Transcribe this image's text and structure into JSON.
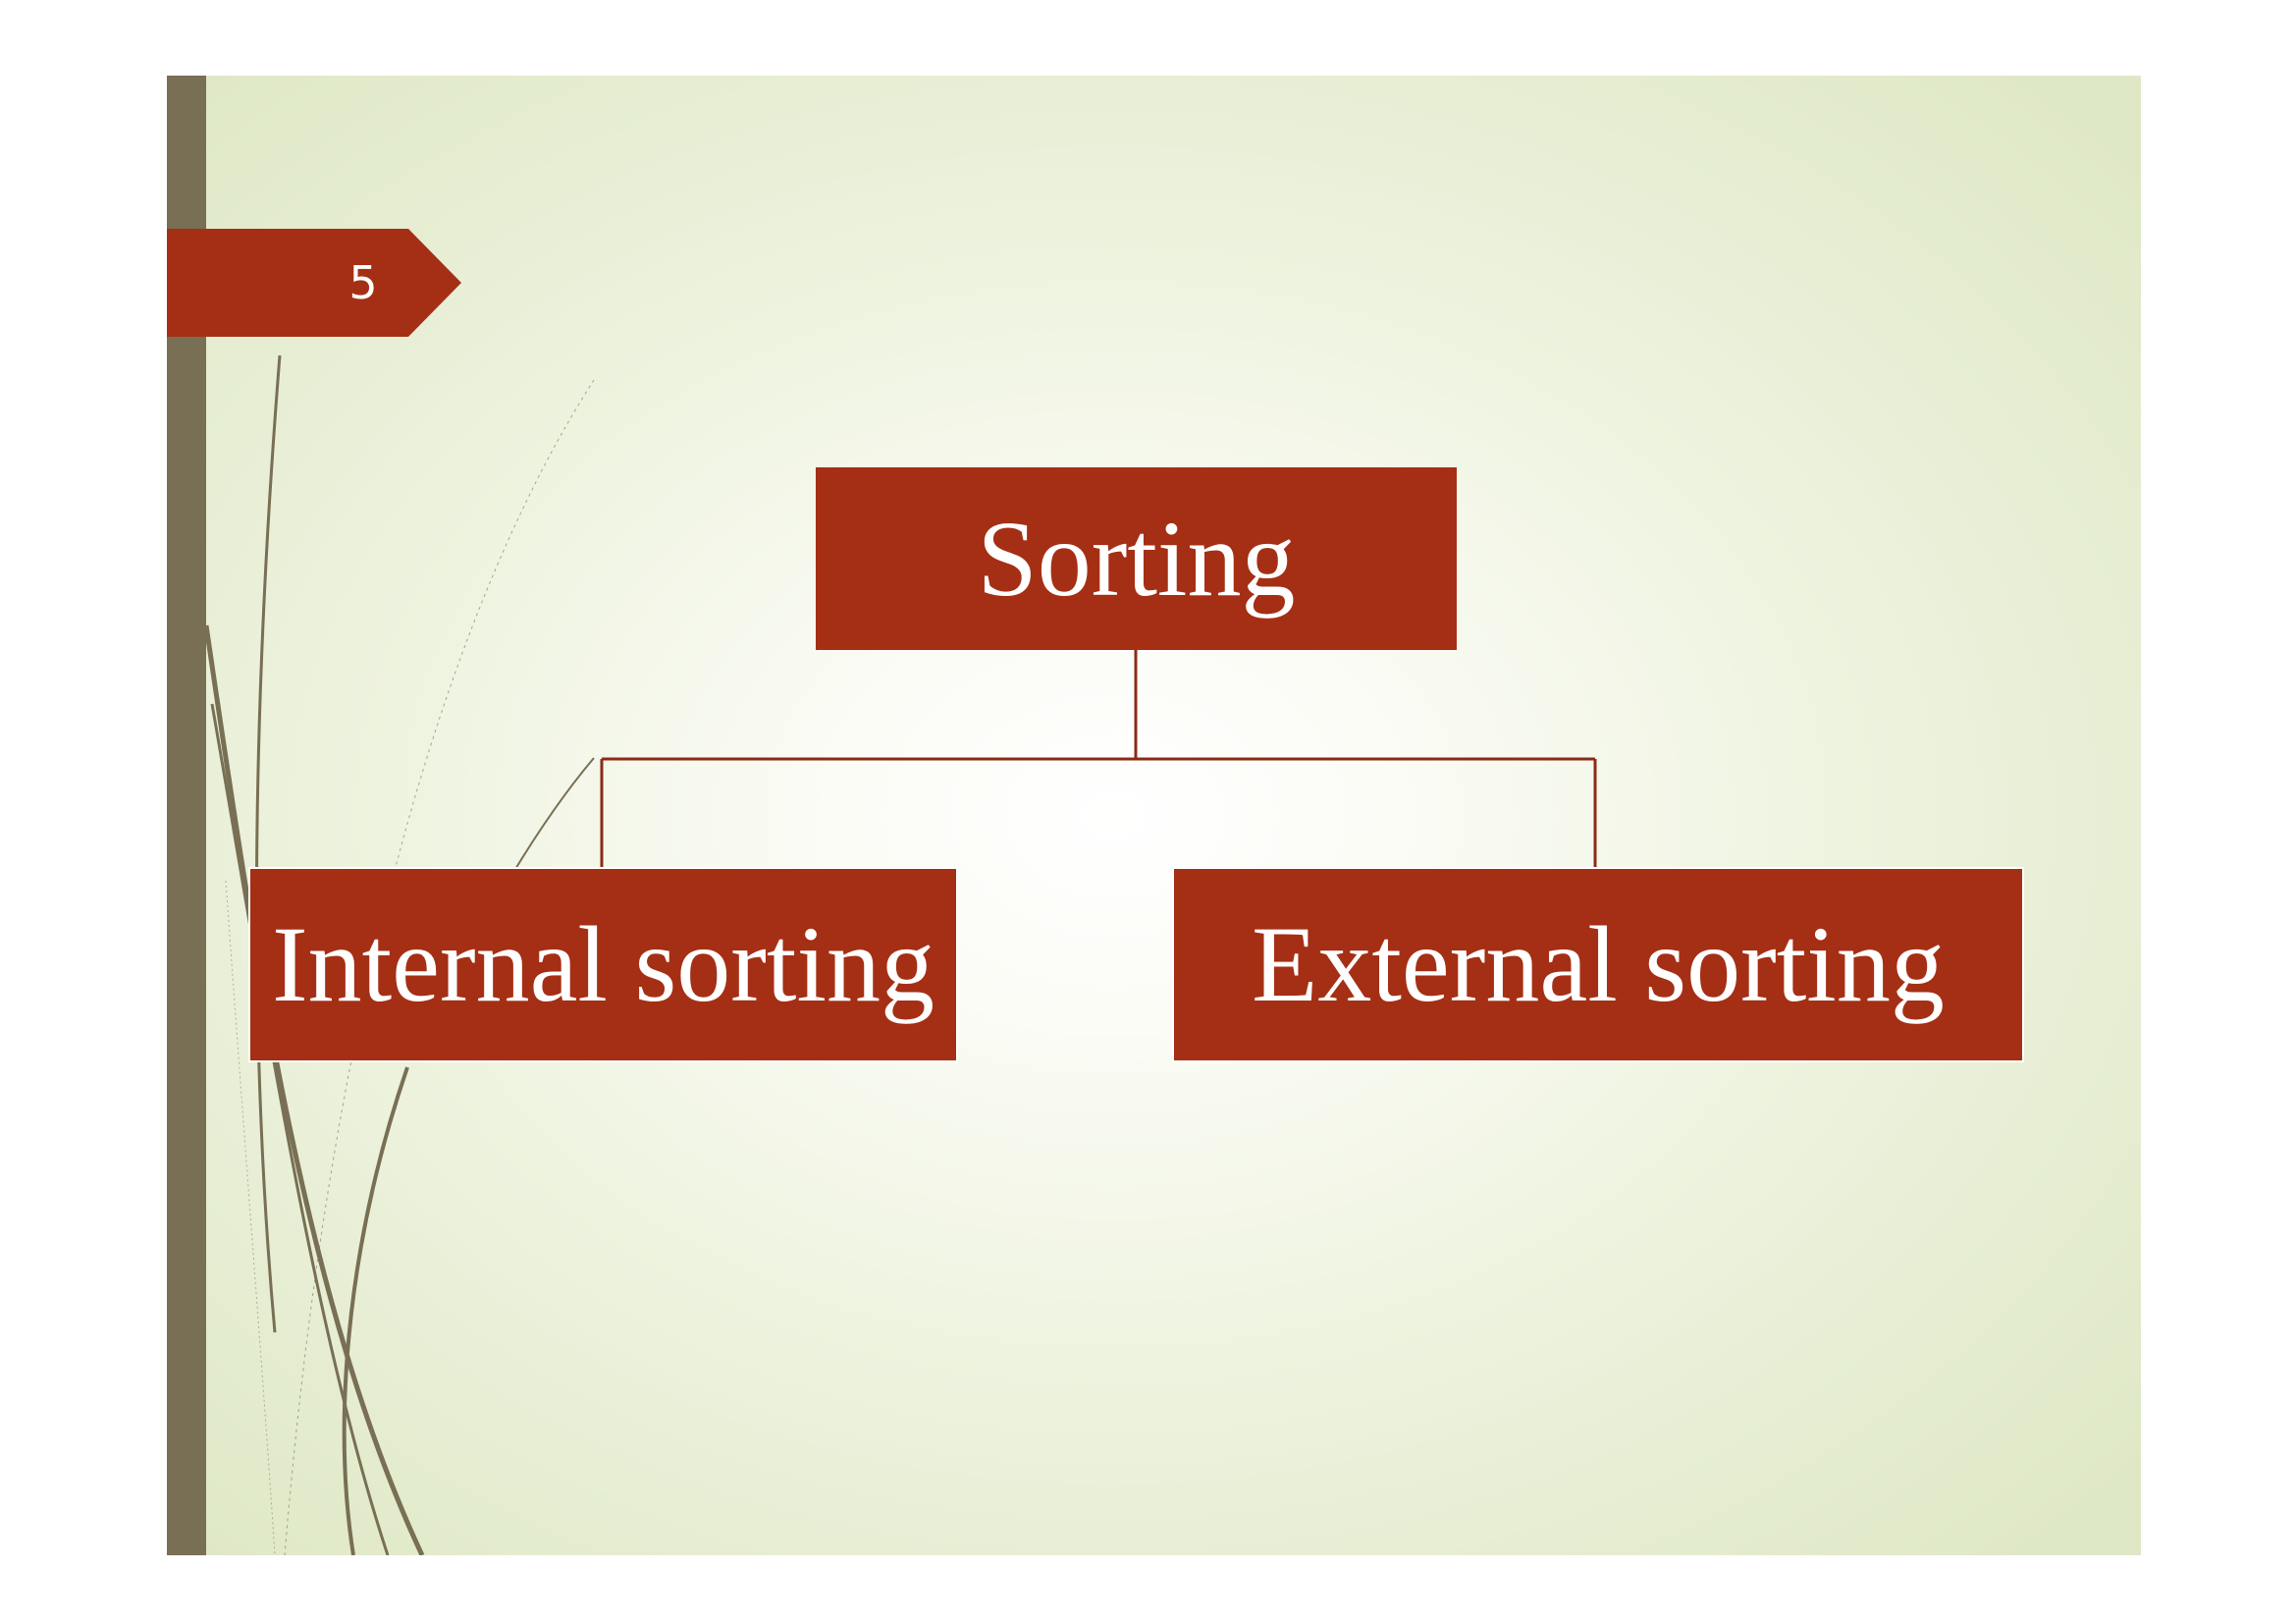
{
  "slide": {
    "page_number": "5"
  },
  "diagram": {
    "root": {
      "label": "Sorting"
    },
    "children": [
      {
        "label": "Internal sorting"
      },
      {
        "label": "External sorting"
      }
    ]
  },
  "colors": {
    "node_fill": "#a52f14",
    "node_text": "#ffffff",
    "connector": "#8b2b16",
    "sidebar": "#786f54",
    "background_center": "#ffffff",
    "background_edge": "#dfe8c6"
  }
}
